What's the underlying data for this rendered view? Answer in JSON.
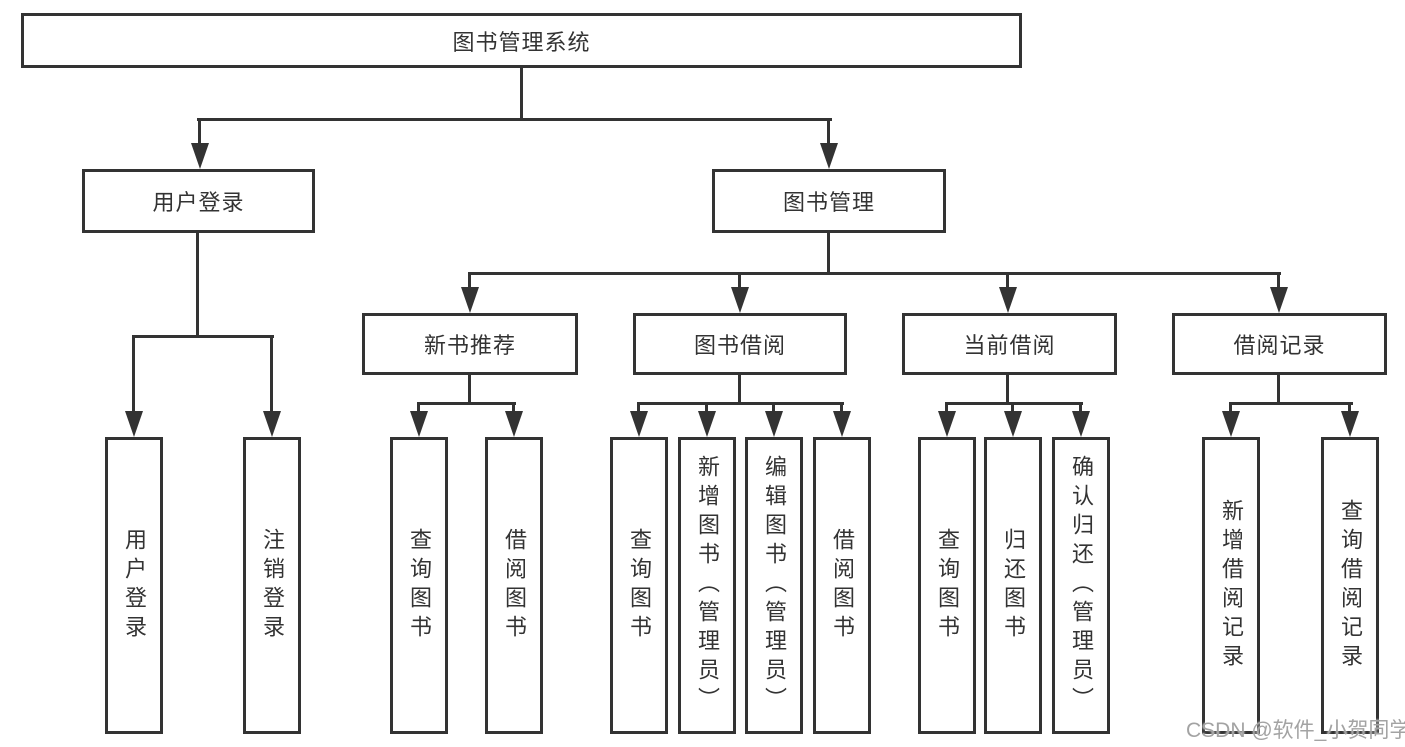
{
  "root": {
    "label": "图书管理系统"
  },
  "tree": {
    "user_login": {
      "label": "用户登录",
      "children": [
        {
          "label": "用户登录"
        },
        {
          "label": "注销登录"
        }
      ]
    },
    "book_management": {
      "label": "图书管理",
      "sections": [
        {
          "label": "新书推荐",
          "children": [
            {
              "label": "查询图书"
            },
            {
              "label": "借阅图书"
            }
          ]
        },
        {
          "label": "图书借阅",
          "children": [
            {
              "label": "查询图书"
            },
            {
              "label": "新增图书（管理员）"
            },
            {
              "label": "编辑图书（管理员）"
            },
            {
              "label": "借阅图书"
            }
          ]
        },
        {
          "label": "当前借阅",
          "children": [
            {
              "label": "查询图书"
            },
            {
              "label": "归还图书"
            },
            {
              "label": "确认归还（管理员）"
            }
          ]
        },
        {
          "label": "借阅记录",
          "children": [
            {
              "label": "新增借阅记录"
            },
            {
              "label": "查询借阅记录"
            }
          ]
        }
      ]
    }
  },
  "watermark": {
    "text": "CSDN @软件_小贺同学"
  },
  "colors": {
    "line": "#333333",
    "text": "#333333",
    "background": "#ffffff",
    "watermark": "#a3a3a3"
  }
}
